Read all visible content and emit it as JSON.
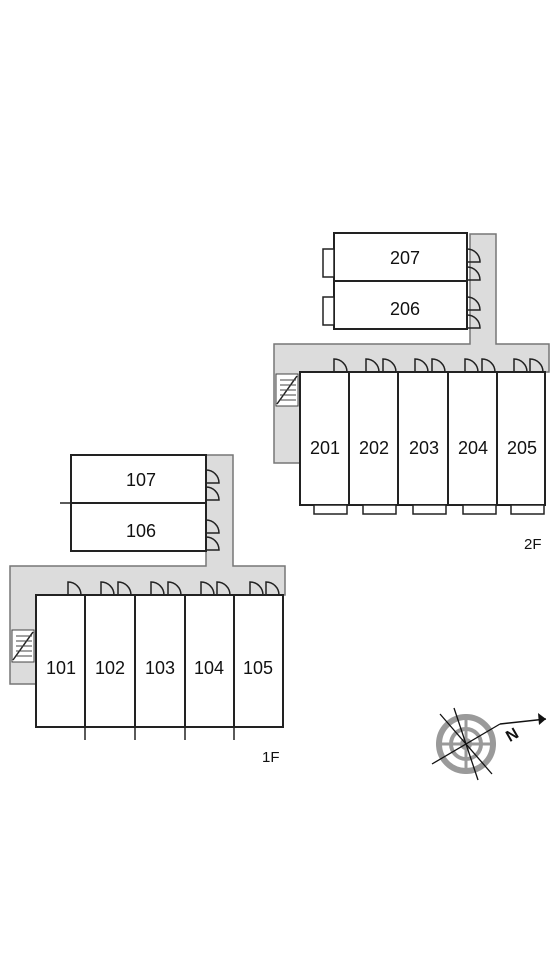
{
  "colors": {
    "corridor": "#dcdcdc",
    "wall": "#222222",
    "unit_fill": "#ffffff",
    "compass_gray": "#9a9a9a"
  },
  "floor1": {
    "label": "1F",
    "units_top": [
      "107",
      "106"
    ],
    "units_row": [
      "101",
      "102",
      "103",
      "104",
      "105"
    ]
  },
  "floor2": {
    "label": "2F",
    "units_top": [
      "207",
      "206"
    ],
    "units_row": [
      "201",
      "202",
      "203",
      "204",
      "205"
    ]
  },
  "compass": {
    "letter": "N",
    "icon": "compass-rose-icon"
  }
}
